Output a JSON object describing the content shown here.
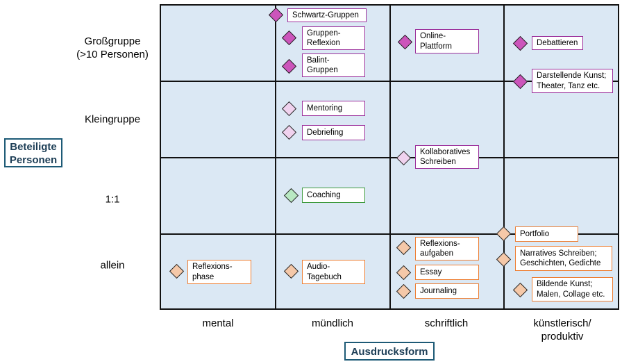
{
  "y_axis_title": "Beteiligte\nPersonen",
  "x_axis_title": "Ausdrucksform",
  "rows": [
    "Großgruppe\n(>10 Personen)",
    "Kleingruppe",
    "1:1",
    "allein"
  ],
  "columns": [
    "mental",
    "mündlich",
    "schriftlich",
    "künstlerisch/\nproduktiv"
  ],
  "colors": {
    "grossgruppe": "#cc55bb",
    "kleingruppe": "#f0d2ee",
    "eins_zu_eins": "#b8e8c2",
    "allein": "#f5c8a8",
    "border_purple": "#9b2f9b",
    "border_green": "#3d9a3d",
    "border_orange": "#ed7d31"
  },
  "items": [
    {
      "label": "Schwartz-Gruppen",
      "group": "grossgruppe"
    },
    {
      "label": "Gruppen-\nReflexion",
      "group": "grossgruppe"
    },
    {
      "label": "Balint-\nGruppen",
      "group": "grossgruppe"
    },
    {
      "label": "Online-\nPlattform",
      "group": "grossgruppe"
    },
    {
      "label": "Debattieren",
      "group": "grossgruppe"
    },
    {
      "label": "Darstellende Kunst;\nTheater, Tanz etc.",
      "group": "grossgruppe"
    },
    {
      "label": "Mentoring",
      "group": "kleingruppe"
    },
    {
      "label": "Debriefing",
      "group": "kleingruppe"
    },
    {
      "label": "Kollaboratives\nSchreiben",
      "group": "kleingruppe"
    },
    {
      "label": "Coaching",
      "group": "eins_zu_eins"
    },
    {
      "label": "Reflexions-\nphase",
      "group": "allein"
    },
    {
      "label": "Audio-\nTagebuch",
      "group": "allein"
    },
    {
      "label": "Reflexions-\naufgaben",
      "group": "allein"
    },
    {
      "label": "Essay",
      "group": "allein"
    },
    {
      "label": "Journaling",
      "group": "allein"
    },
    {
      "label": "Portfolio",
      "group": "allein"
    },
    {
      "label": "Narratives Schreiben;\nGeschichten, Gedichte",
      "group": "allein"
    },
    {
      "label": "Bildende Kunst;\nMalen, Collage etc.",
      "group": "allein"
    }
  ]
}
